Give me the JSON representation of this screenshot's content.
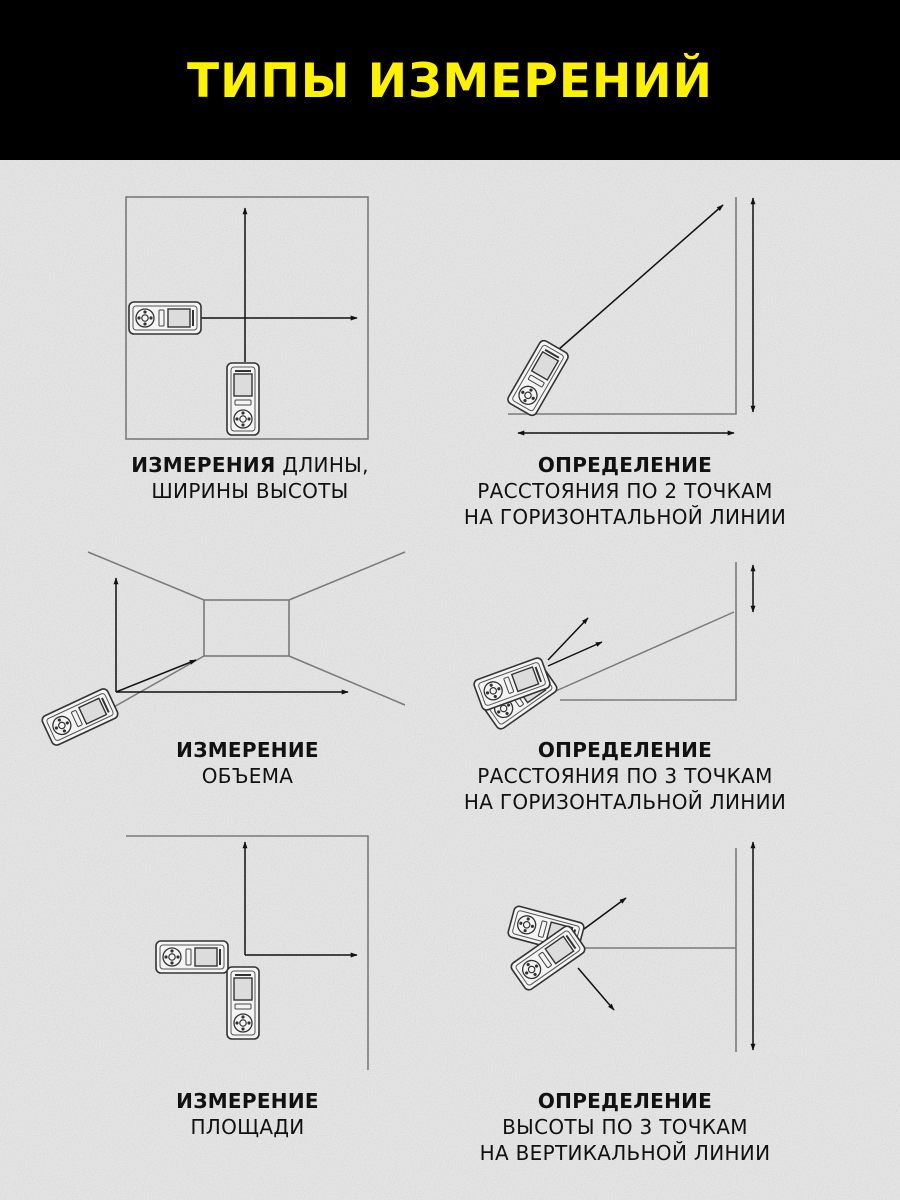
{
  "header": {
    "title": "ТИПЫ ИЗМЕРЕНИЙ"
  },
  "colors": {
    "header_bg": "#000000",
    "title": "#fff200",
    "background": "#e3e3e3",
    "line": "#777777",
    "arrow": "#111111"
  },
  "captions": {
    "length": {
      "bold": "ИЗМЕРЕНИЯ",
      "rest": " ДЛИНЫ,",
      "line2": "ШИРИНЫ ВЫСОТЫ"
    },
    "two_points": {
      "bold": "ОПРЕДЕЛЕНИЕ",
      "line2": "РАССТОЯНИЯ ПО 2 ТОЧКАМ",
      "line3": "НА ГОРИЗОНТАЛЬНОЙ ЛИНИИ"
    },
    "volume": {
      "bold": "ИЗМЕРЕНИЕ",
      "line2": "ОБЪЕМА"
    },
    "three_points_h": {
      "bold": "ОПРЕДЕЛЕНИЕ",
      "line2": "РАССТОЯНИЯ ПО 3 ТОЧКАМ",
      "line3": "НА ГОРИЗОНТАЛЬНОЙ ЛИНИИ"
    },
    "area": {
      "bold": "ИЗМЕРЕНИЕ",
      "line2": "ПЛОЩАДИ"
    },
    "three_points_v": {
      "bold": "ОПРЕДЕЛЕНИЕ",
      "line2": "ВЫСОТЫ ПО 3 ТОЧКАМ",
      "line3": "НА ВЕРТИКАЛЬНОЙ ЛИНИИ"
    }
  }
}
